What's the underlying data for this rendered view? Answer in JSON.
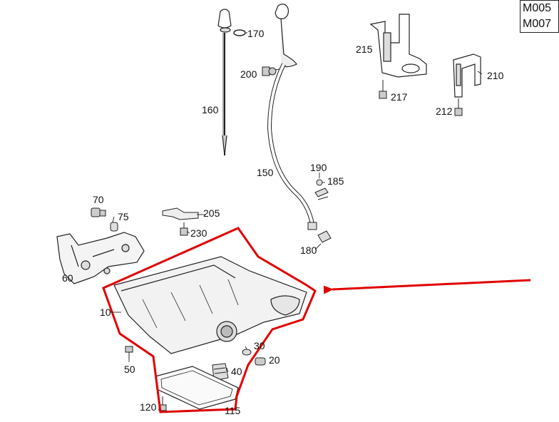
{
  "model_codes": [
    "M005",
    "M007"
  ],
  "callouts": {
    "p170": "170",
    "p160": "160",
    "p200": "200",
    "p150": "150",
    "p215": "215",
    "p217": "217",
    "p210": "210",
    "p212": "212",
    "p190": "190",
    "p185": "185",
    "p180": "180",
    "p70": "70",
    "p75": "75",
    "p205": "205",
    "p230": "230",
    "p60": "60",
    "p10": "10",
    "p50": "50",
    "p30": "30",
    "p20": "20",
    "p40": "40",
    "p120": "120",
    "p115": "115"
  },
  "highlight_color": "#e00000"
}
